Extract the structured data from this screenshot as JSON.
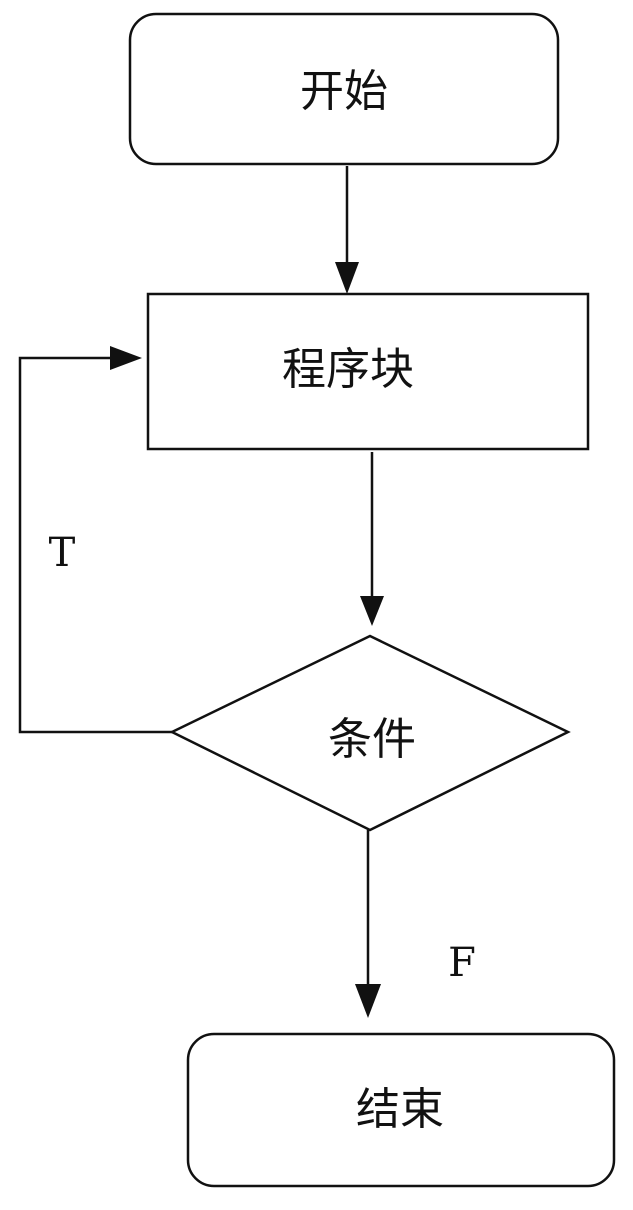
{
  "nodes": {
    "start": {
      "label": "开始",
      "shape": "rounded-rectangle"
    },
    "process": {
      "label": "程序块",
      "shape": "rectangle"
    },
    "condition": {
      "label": "条件",
      "shape": "diamond"
    },
    "end": {
      "label": "结束",
      "shape": "rounded-rectangle"
    }
  },
  "edges": [
    {
      "from": "start",
      "to": "process",
      "label": ""
    },
    {
      "from": "process",
      "to": "condition",
      "label": ""
    },
    {
      "from": "condition",
      "to": "process",
      "label": "T"
    },
    {
      "from": "condition",
      "to": "end",
      "label": "F"
    }
  ],
  "edge_labels": {
    "true": "T",
    "false": "F"
  },
  "colors": {
    "stroke": "#111111",
    "background": "#ffffff"
  }
}
